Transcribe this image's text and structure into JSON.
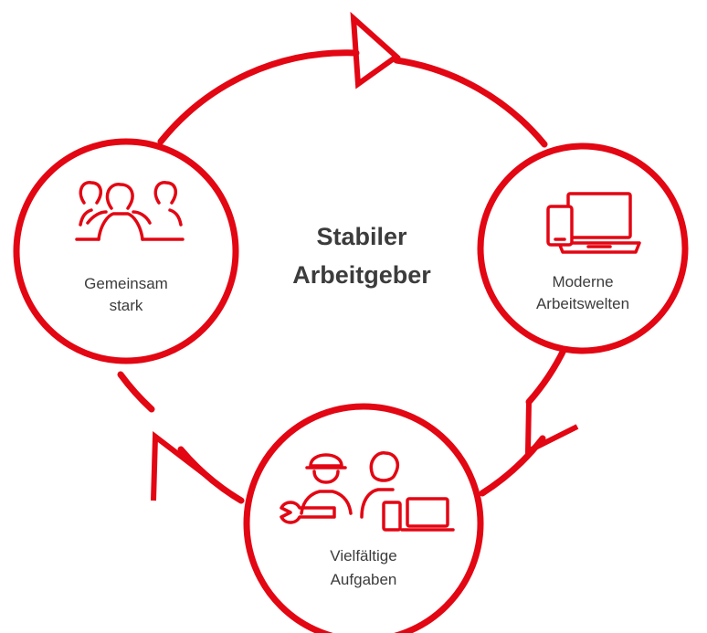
{
  "title": {
    "line1": "Stabiler",
    "line2": "Arbeitgeber"
  },
  "nodes": [
    {
      "line1": "Gemeinsam",
      "line2": "stark",
      "icon": "group-of-people-icon"
    },
    {
      "line1": "Moderne",
      "line2": "Arbeitswelten",
      "icon": "phone-and-laptop-icon"
    },
    {
      "line1": "Vielfältige",
      "line2": "Aufgaben",
      "icon": "worker-and-office-person-icon"
    }
  ],
  "colors": {
    "accent": "#e30613",
    "text": "#3c3c3c",
    "background": "#ffffff"
  }
}
